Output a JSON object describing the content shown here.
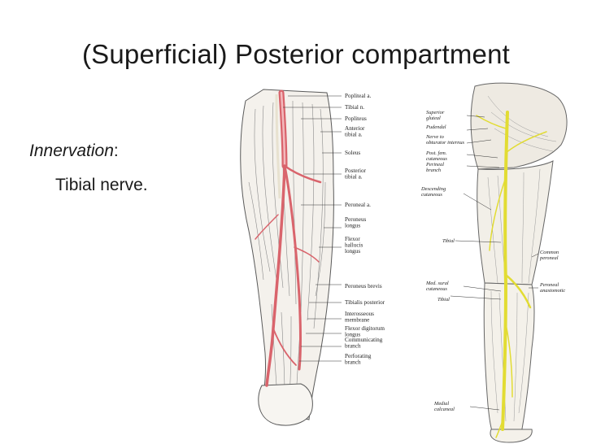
{
  "slide": {
    "title": "(Superficial) Posterior compartment",
    "innervation_label": "Innervation",
    "innervation_colon": ":",
    "innervation_value": "Tibial nerve."
  },
  "left_figure": {
    "labels": [
      {
        "id": "popliteal-a",
        "lines": [
          "Popliteal a."
        ]
      },
      {
        "id": "tibial-n",
        "lines": [
          "Tibial n."
        ]
      },
      {
        "id": "popliteus",
        "lines": [
          "Popliteus"
        ]
      },
      {
        "id": "anterior-tibial-a",
        "lines": [
          "Anterior",
          "tibial a."
        ]
      },
      {
        "id": "soleus",
        "lines": [
          "Soleus"
        ]
      },
      {
        "id": "posterior-tibial-a",
        "lines": [
          "Posterior",
          "tibial a."
        ]
      },
      {
        "id": "peroneal-a",
        "lines": [
          "Peroneal a."
        ]
      },
      {
        "id": "peroneus-longus",
        "lines": [
          "Peroneus",
          "longus"
        ]
      },
      {
        "id": "flexor-hallucis-longus",
        "lines": [
          "Flexor",
          "hallucis",
          "longus"
        ]
      },
      {
        "id": "peroneus-brevis",
        "lines": [
          "Peroneus brevis"
        ]
      },
      {
        "id": "tibialis-posterior",
        "lines": [
          "Tibialis posterior"
        ]
      },
      {
        "id": "interosseous-membrane",
        "lines": [
          "Interosseous",
          "membrane"
        ]
      },
      {
        "id": "flexor-digitorum-longus",
        "lines": [
          "Flexor digitorum",
          "longus"
        ]
      },
      {
        "id": "communicating-branch",
        "lines": [
          "Communicating",
          "branch"
        ]
      },
      {
        "id": "perforating-branch",
        "lines": [
          "Perforating",
          "branch"
        ]
      }
    ],
    "artery_color": "#d9646c"
  },
  "right_figure": {
    "labels": [
      {
        "id": "superior-gluteal",
        "lines": [
          "Superior",
          "gluteal"
        ]
      },
      {
        "id": "pudendal",
        "lines": [
          "Pudendal"
        ]
      },
      {
        "id": "nerve-to-obturator-internus",
        "lines": [
          "Nerve to",
          "obturator internus"
        ]
      },
      {
        "id": "post-fem-cutaneous",
        "lines": [
          "Post. fem.",
          "cutaneous"
        ]
      },
      {
        "id": "perineal-branch",
        "lines": [
          "Perineal",
          "branch"
        ]
      },
      {
        "id": "descending-cutaneous",
        "lines": [
          "Descending",
          "cutaneous"
        ]
      },
      {
        "id": "tibial-upper",
        "lines": [
          "Tibial"
        ]
      },
      {
        "id": "common-peroneal",
        "lines": [
          "Common",
          "peroneal"
        ]
      },
      {
        "id": "med-sural-cutaneous",
        "lines": [
          "Med. sural",
          "cutaneous"
        ]
      },
      {
        "id": "tibial-lower",
        "lines": [
          "Tibial"
        ]
      },
      {
        "id": "peroneal-anastomotic",
        "lines": [
          "Peroneal",
          "anastomotic"
        ]
      },
      {
        "id": "medial-calcaneal",
        "lines": [
          "Medial",
          "calcaneal"
        ]
      }
    ],
    "nerve_color": "#e2dc33"
  }
}
